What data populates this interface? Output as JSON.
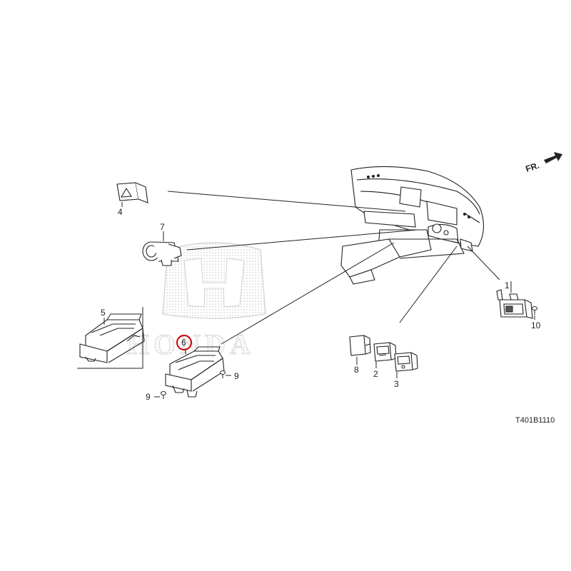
{
  "diagram": {
    "diagram_code": "T401B1110",
    "direction_label": "FR.",
    "watermark_text": "HONDA",
    "highlight_color": "#cc0000",
    "callouts": [
      "1",
      "2",
      "3",
      "4",
      "5",
      "6",
      "7",
      "8",
      "9",
      "9",
      "10"
    ],
    "highlighted_callout": "6"
  }
}
